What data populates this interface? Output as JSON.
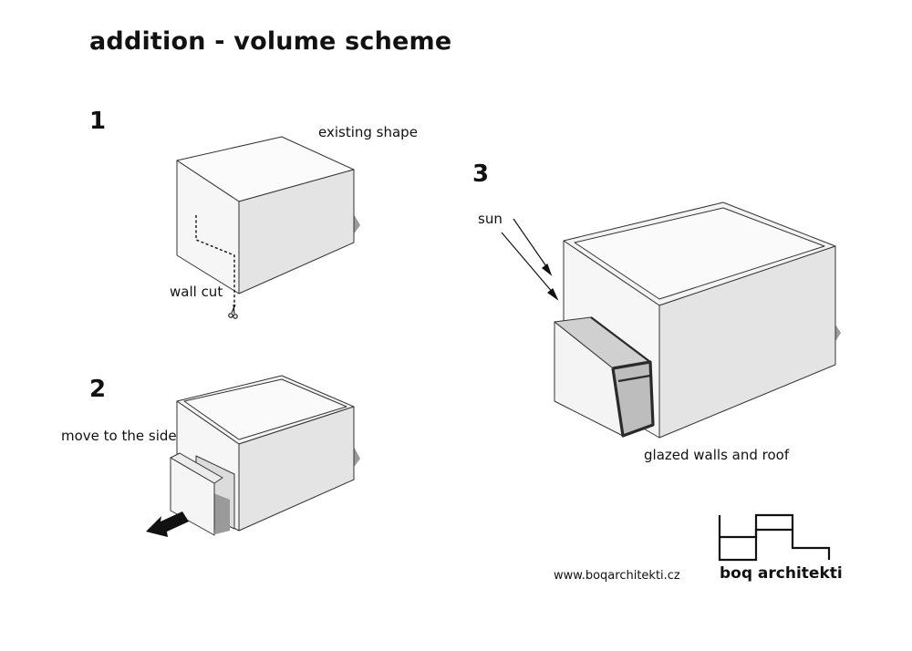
{
  "title": "addition - volume scheme",
  "steps": [
    {
      "number": "1",
      "label": "existing shape",
      "note": "wall cut"
    },
    {
      "number": "2",
      "label": "move to the side"
    },
    {
      "number": "3",
      "label": "glazed walls and roof",
      "note": "sun"
    }
  ],
  "footer": {
    "url": "www.boqarchitekti.cz",
    "brand": "boq architekti"
  },
  "icons": {
    "cut": "scissors-icon",
    "move": "arrow-left-icon",
    "sun": "sun-ray-arrows-icon"
  },
  "colors": {
    "text": "#111111",
    "face_light": "#f7f7f7",
    "face_dark": "#e3e3e3",
    "shadow": "#9a9a9a",
    "glass": "#c8c8c8",
    "frame": "#2a2a2a"
  }
}
